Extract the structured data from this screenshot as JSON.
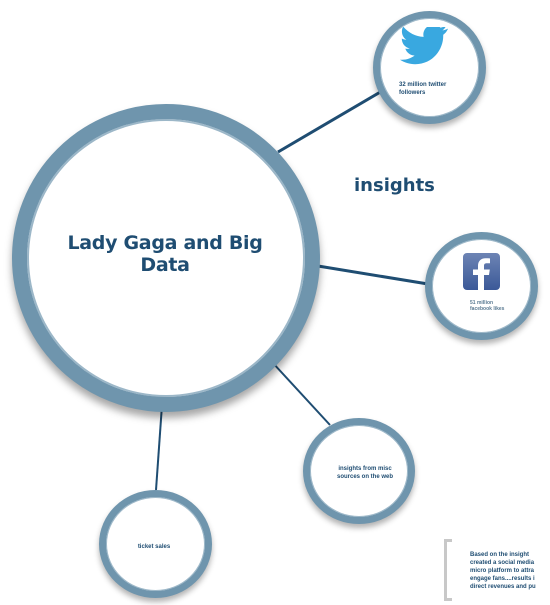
{
  "diagram": {
    "main_title": "Lady Gaga and Big Data",
    "insights_label": "insights",
    "nodes": {
      "twitter": {
        "text": "32 million twitter followers",
        "icon": "twitter-bird-icon"
      },
      "facebook": {
        "text": "51 million facebook likes",
        "icon": "facebook-f-icon"
      },
      "web": {
        "text": "insights from misc sources on the web"
      },
      "tickets": {
        "text": "ticket sales"
      }
    },
    "quote": {
      "lines": [
        "Based on the insight",
        "created a social media",
        "micro platform to attra",
        "engage fans....results i",
        "direct revenues and pu"
      ]
    },
    "colors": {
      "ring": "#6f95ad",
      "connector": "#1f4d72",
      "text": "#1f4d72",
      "twitter": "#39a8e0",
      "facebook": "#3b5998"
    }
  }
}
